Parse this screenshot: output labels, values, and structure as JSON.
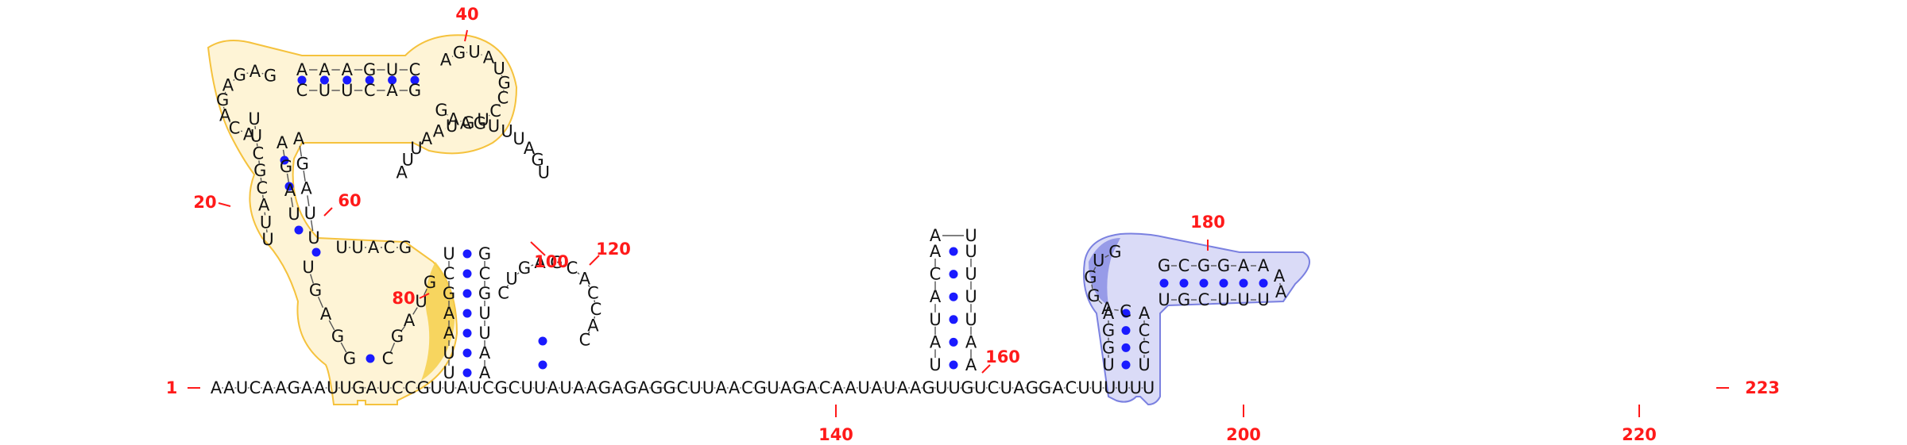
{
  "strand": {
    "start_label": "1",
    "end_label": "223",
    "baseline_sequence": "AAUCAAGAAUUGAUCCGUUAUCGCUUAUAAGAGAGGCUUAACGUAGACAAUAUAAGUUGUCUAGGACUUUUUU",
    "numbers": [
      "20",
      "40",
      "60",
      "80",
      "100",
      "120",
      "140",
      "160",
      "180",
      "200",
      "220"
    ]
  },
  "highlights": [
    {
      "name": "yellow-domain",
      "color": "#f5c23d"
    },
    {
      "name": "blue-domain",
      "color": "#7a80e0"
    }
  ],
  "colors": {
    "base_pair": "#1a1aff",
    "numbering": "#ff1a1a",
    "nucleotide": "#111111"
  }
}
